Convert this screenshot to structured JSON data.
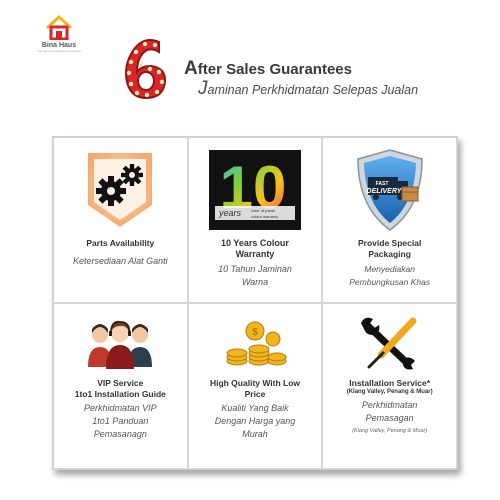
{
  "brand": {
    "name": "Bina Haus",
    "tagline": "Your Home Improvement Partner"
  },
  "header": {
    "number": "6",
    "title_en": "After Sales Guarantees",
    "title_ms": "Jaminan Perkhidmatan Selepas Jualan"
  },
  "features": [
    {
      "en": "Parts Availability",
      "ms": "Ketersediaan Alat Ganti",
      "icon": "gears-icon"
    },
    {
      "en": "10 Years Colour Warranty",
      "ms": "10 Tahun Jaminan Warna",
      "icon": "ten-years-badge-icon",
      "badge_number": "10",
      "badge_word": "years",
      "badge_line1": "color of panel",
      "badge_line2": "colour warranty"
    },
    {
      "en": "Provide Special Packaging",
      "ms": "Menyediakan Pembungkusan Khas",
      "icon": "delivery-shield-icon",
      "shield_text_top": "FAST",
      "shield_text": "DELIVERY"
    },
    {
      "en1": "VIP Service",
      "en2": "1to1 Installation Guide",
      "ms": "Perkhidmatan VIP 1to1 Panduan Pemasanagn",
      "icon": "support-team-icon"
    },
    {
      "en": "High Quality With Low Price",
      "ms": "Kualiti Yang Baik Dengan Harga yang Murah",
      "icon": "gold-coins-icon"
    },
    {
      "en": "Installation Service*",
      "sub": "(Klang Valley, Penang & Muar)",
      "ms": "Perkhidmatan Pemasagan",
      "note": "(Klang Valley, Penang & Muar)",
      "icon": "tools-icon"
    }
  ],
  "colors": {
    "accent_red": "#d8262b",
    "gold": "#f2b51d",
    "shield_blue": "#1e72c8"
  }
}
